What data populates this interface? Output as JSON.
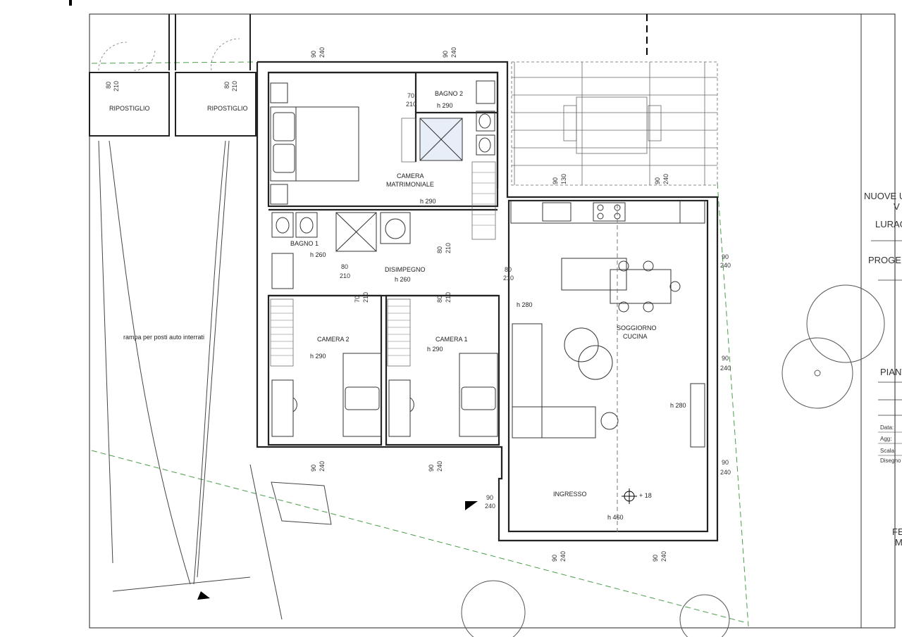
{
  "rooms": {
    "ripostiglio_1": "RIPOSTIGLIO",
    "ripostiglio_2": "RIPOSTIGLIO",
    "bagno_2": "BAGNO 2",
    "bagno_2_h": "h 290",
    "camera_matr_1": "CAMERA",
    "camera_matr_2": "MATRIMONIALE",
    "camera_matr_h": "h 290",
    "bagno_1": "BAGNO 1",
    "bagno_1_h": "h 260",
    "disimpegno": "DISIMPEGNO",
    "disimpegno_h": "h 260",
    "camera_2": "CAMERA  2",
    "camera_2_h": "h 290",
    "camera_1": "CAMERA  1",
    "camera_1_h": "h 290",
    "soggiorno_1": "SOGGIORNO",
    "soggiorno_2": "CUCINA",
    "soggiorno_h1": "h 280",
    "soggiorno_h2": "h 280",
    "ingresso": "INGRESSO",
    "ingresso_h": "h 460",
    "quota": "+ 18",
    "rampa": "rampa per posti auto interrati"
  },
  "dimensions": {
    "d90": "90",
    "d240": "240",
    "d80": "80",
    "d210": "210",
    "d70": "70",
    "d130": "130"
  },
  "title_block": {
    "t1": "NUOVE U",
    "t2": "V",
    "t3": "LURAG",
    "t4": "PROGE",
    "t5": "PIANT",
    "data": "Data:",
    "agg": "Agg:",
    "scala": "Scala:",
    "disegno": "Disegno",
    "fe": "FE",
    "m": "M"
  }
}
